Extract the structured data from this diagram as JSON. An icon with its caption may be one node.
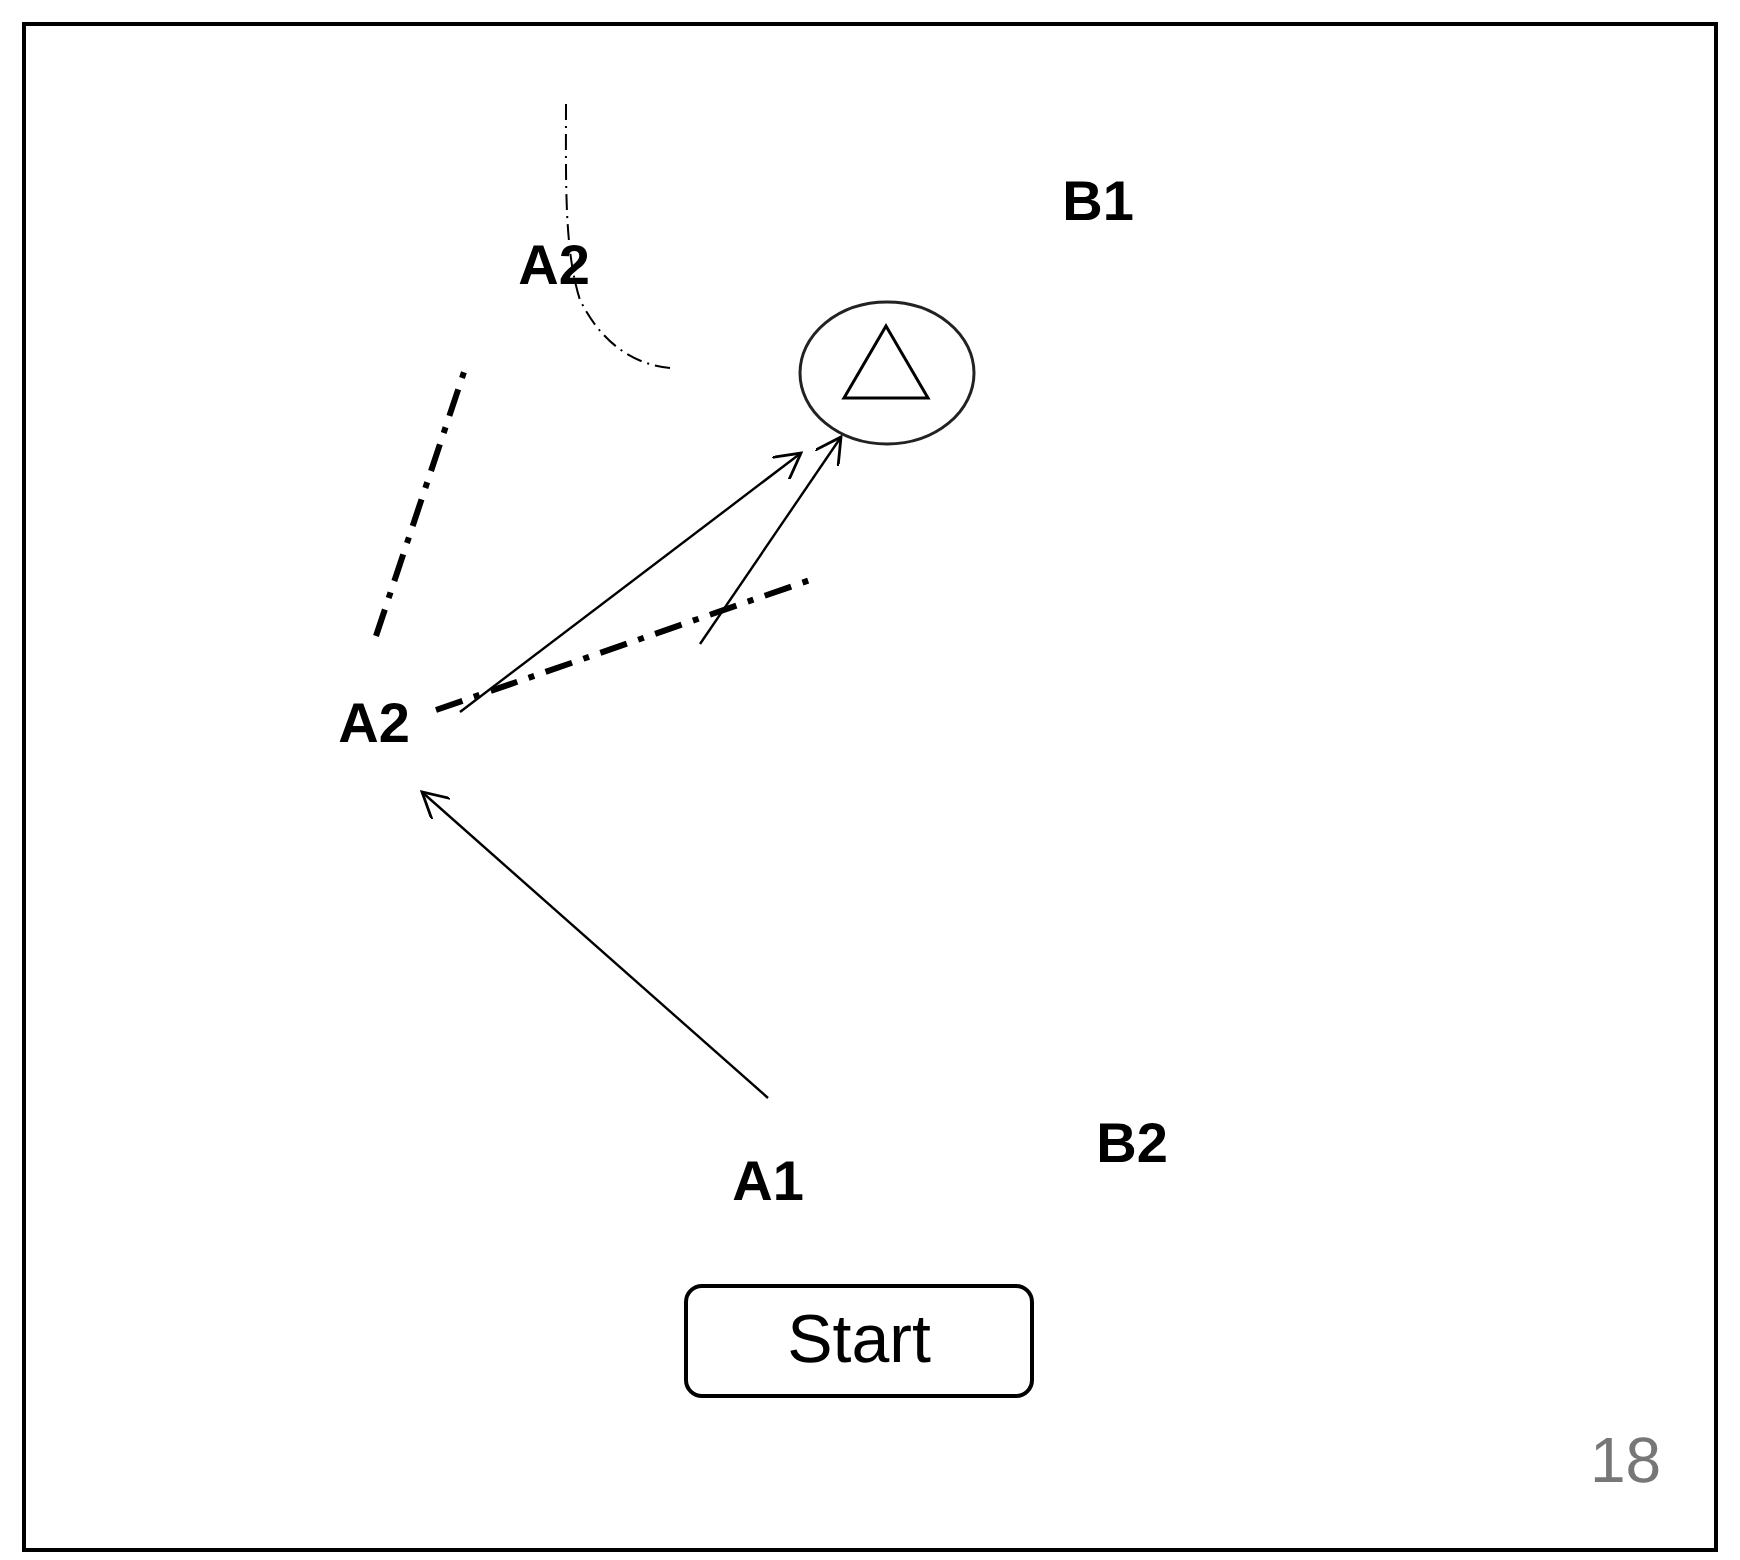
{
  "diagram": {
    "nodes": [
      {
        "text": [
          "A2"
        ]
      },
      {
        "text": [
          "B1"
        ]
      },
      {
        "text": [],
        "shape": "circle"
      },
      {
        "text": [
          "A2"
        ]
      },
      {
        "text": [
          "A1"
        ]
      },
      {
        "text": [
          "B2"
        ]
      },
      {
        "text": [
          "Start"
        ]
      }
    ],
    "edges": [
      {
        "from": 4,
        "to": 3,
        "arrow": "to"
      },
      {
        "from": 3,
        "to": 2,
        "arrow": "to"
      },
      {
        "from": null,
        "to": 2,
        "arrow": "to"
      },
      {
        "from": 3,
        "to": null,
        "arrow": "none",
        "style": "dashed"
      },
      {
        "from": 3,
        "to": 0,
        "arrow": "none",
        "style": "dashed"
      }
    ],
    "labels": [
      "18"
    ]
  }
}
